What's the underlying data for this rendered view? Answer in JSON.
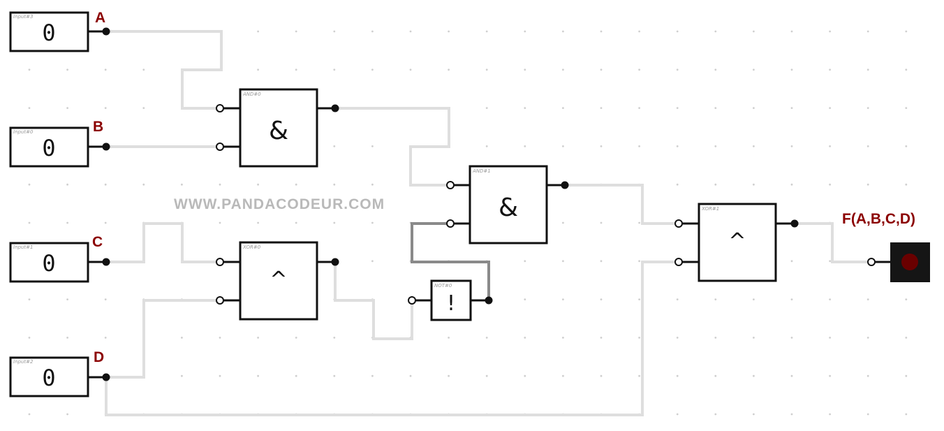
{
  "watermark": "WWW.PANDACODEUR.COM",
  "inputs": [
    {
      "tag": "Input#3",
      "value": "0",
      "label": "A"
    },
    {
      "tag": "Input#0",
      "value": "0",
      "label": "B"
    },
    {
      "tag": "Input#1",
      "value": "0",
      "label": "C"
    },
    {
      "tag": "Input#2",
      "value": "0",
      "label": "D"
    }
  ],
  "gates": {
    "and0": {
      "tag": "AND#0",
      "symbol": "&"
    },
    "and1": {
      "tag": "AND#1",
      "symbol": "&"
    },
    "xor0": {
      "tag": "XOR#0",
      "symbol": "^"
    },
    "xor1": {
      "tag": "XOR#1",
      "symbol": "^"
    },
    "not0": {
      "tag": "NOT#0",
      "symbol": "!"
    }
  },
  "output": {
    "label": "F(A,B,C,D)"
  },
  "colors": {
    "label": "#8b0000",
    "wire_idle": "#dedede",
    "wire_active": "#8a8a8a",
    "output_block": "#151515",
    "output_led": "#6a0000"
  }
}
